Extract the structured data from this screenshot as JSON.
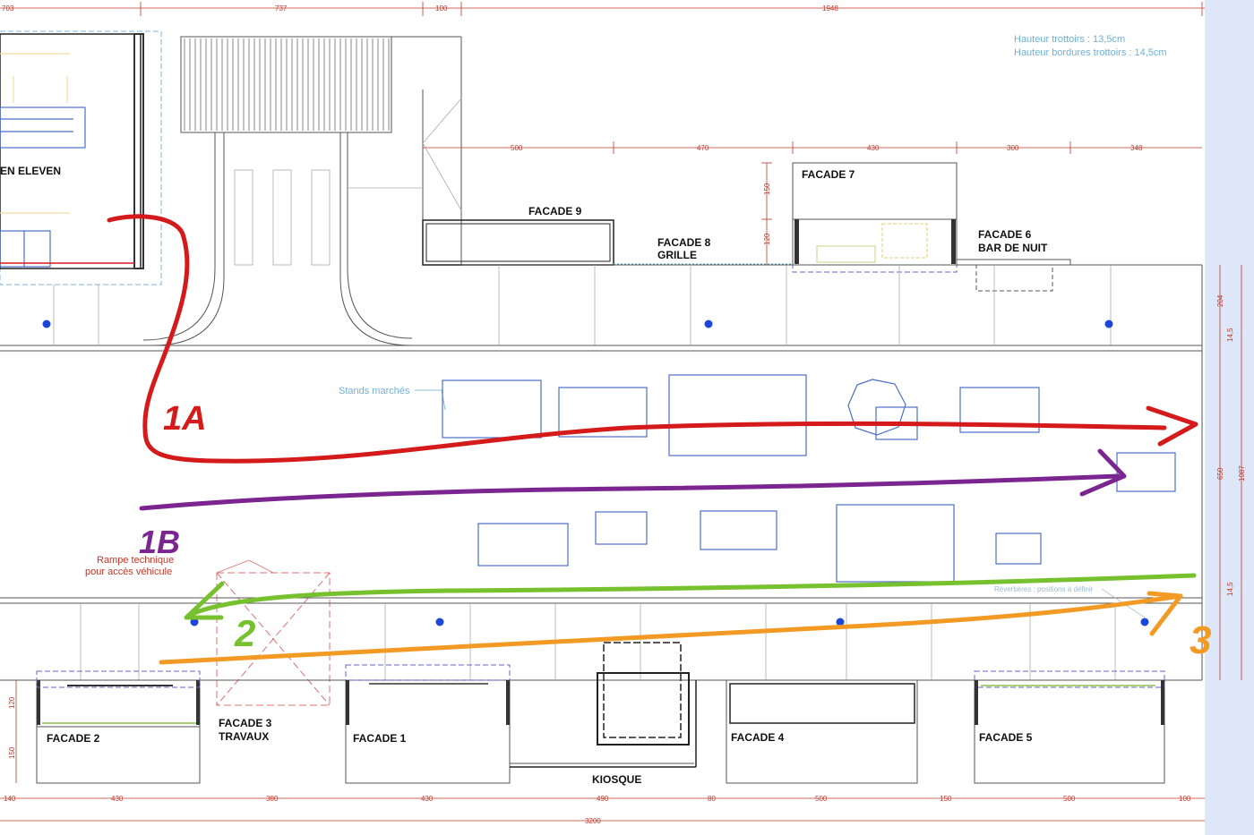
{
  "notes": {
    "sidewalk_height": "Hauteur trottoirs : 13,5cm",
    "curb_height": "Hauteur bordures trottoirs : 14,5cm",
    "stands": "Stands marchés",
    "lamps": "Réverbères : positions à définir",
    "ramp_line1": "Rampe technique",
    "ramp_line2": "pour accès véhicule"
  },
  "buildings": {
    "seven_eleven": "EN ELEVEN",
    "facade9": "FACADE 9",
    "facade8_line1": "FACADE 8",
    "facade8_line2": "GRILLE",
    "facade7": "FACADE 7",
    "facade6_line1": "FACADE 6",
    "facade6_line2": "BAR DE NUIT",
    "facade2": "FACADE 2",
    "facade3_line1": "FACADE 3",
    "facade3_line2": "TRAVAUX",
    "facade1": "FACADE 1",
    "kiosque": "KIOSQUE",
    "facade4": "FACADE 4",
    "facade5": "FACADE 5"
  },
  "route_labels": {
    "r1a": "1A",
    "r1b": "1B",
    "r2": "2",
    "r3": "3"
  },
  "route_colors": {
    "r1a": "#d41a1a",
    "r1b": "#7b2590",
    "r2": "#78c12e",
    "r3": "#f39a25"
  },
  "dimensions": {
    "top": [
      "703",
      "737",
      "100",
      "1948"
    ],
    "mid_top": [
      "500",
      "470",
      "430",
      "300",
      "348"
    ],
    "facade7_v": [
      "150",
      "120"
    ],
    "right_v": [
      "204",
      "14,5",
      "650",
      "1087",
      "14,5"
    ],
    "left_v": [
      "120",
      "150"
    ],
    "bottom": [
      "140",
      "430",
      "380",
      "430",
      "490",
      "80",
      "500",
      "150",
      "500",
      "100"
    ],
    "total": "3200"
  }
}
